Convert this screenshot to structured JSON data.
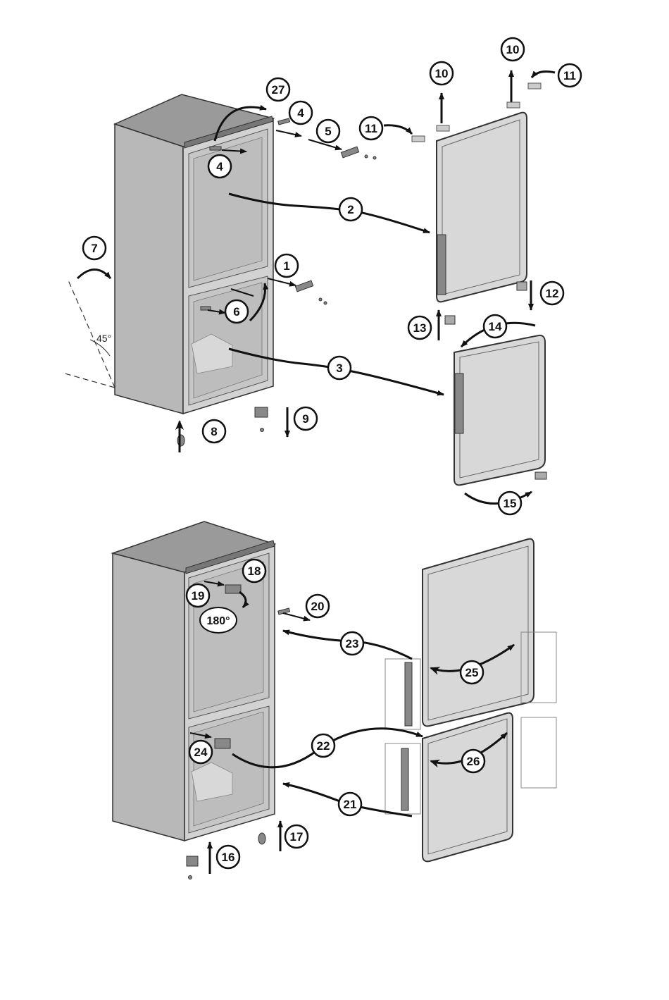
{
  "callouts": {
    "n1": "1",
    "n2": "2",
    "n3": "3",
    "n4a": "4",
    "n4b": "4",
    "n5": "5",
    "n6": "6",
    "n7": "7",
    "n8": "8",
    "n9": "9",
    "n10a": "10",
    "n10b": "10",
    "n11a": "11",
    "n11b": "11",
    "n12": "12",
    "n13": "13",
    "n14": "14",
    "n15": "15",
    "n16": "16",
    "n17": "17",
    "n18": "18",
    "n19": "19",
    "n20": "20",
    "n21": "21",
    "n22": "22",
    "n23": "23",
    "n24": "24",
    "n25": "25",
    "n26": "26",
    "n27": "27"
  },
  "angle_label": "45°",
  "rotation_label": "180°"
}
